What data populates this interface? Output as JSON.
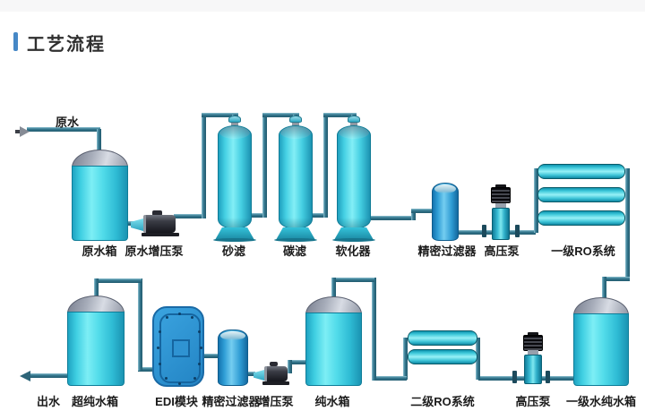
{
  "title": "工艺流程",
  "labels": {
    "inlet": "原水",
    "outlet": "出水",
    "raw_tank": "原水箱",
    "raw_booster_pump": "原水增压泵",
    "sand_filter": "砂滤",
    "carbon_filter": "碳滤",
    "softener": "软化器",
    "precision_filter_top": "精密过滤器",
    "high_pressure_pump_top": "高压泵",
    "ro_stage1": "一级RO系统",
    "ultrapure_tank": "超纯水箱",
    "edi_module": "EDI模块",
    "precision_filter_bottom": "精密过滤器",
    "booster_pump": "增压泵",
    "pure_tank": "纯水箱",
    "ro_stage2": "二级RO系统",
    "high_pressure_pump_bottom": "高压泵",
    "stage1_pure_tank": "一级水纯水箱"
  },
  "colors": {
    "accent_bar": "#4688c6",
    "equipment_cyan": "#45d0e3",
    "equipment_blue": "#2f9ed6",
    "pipe": "#2d6b80",
    "dome_gray": "#a7adba",
    "pump_dark": "#2a2b33"
  }
}
